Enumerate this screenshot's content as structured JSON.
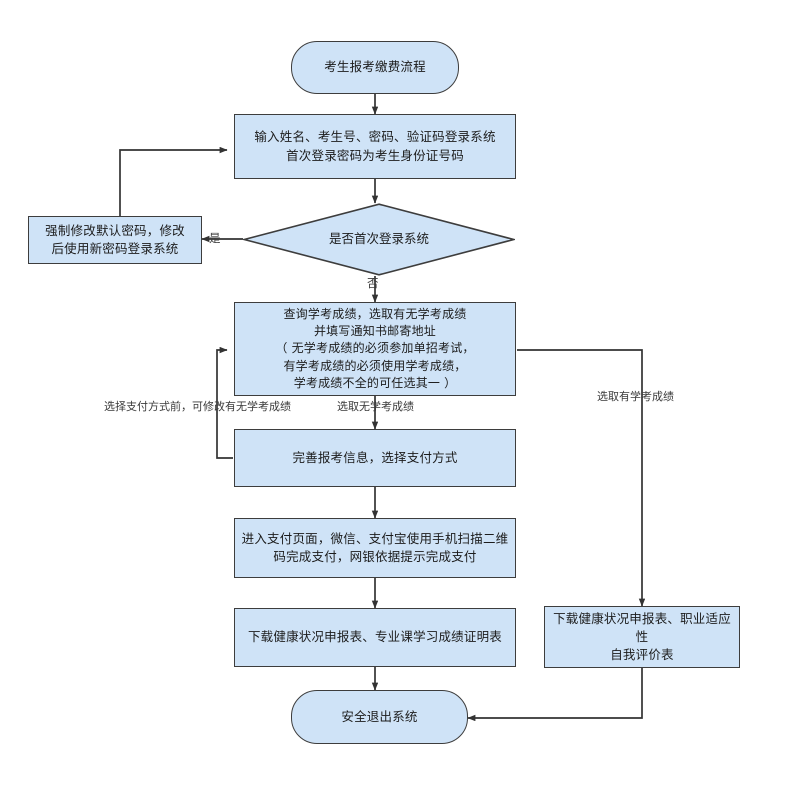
{
  "diagram": {
    "title": "考生报考缴费流程",
    "colors": {
      "node_fill": "#cfe3f7",
      "node_stroke": "#3d3d3d",
      "edge_stroke": "#333333",
      "text": "#1c1c1c",
      "label_text": "#3a3a3a",
      "background": "#ffffff"
    }
  },
  "nodes": {
    "start": {
      "label": "考生报考缴费流程",
      "shape": "terminator"
    },
    "login": {
      "label": "输入姓名、考生号、密码、验证码登录系统\n首次登录密码为考生身份证号码",
      "shape": "process"
    },
    "first_login_decision": {
      "label": "是否首次登录系统",
      "shape": "decision"
    },
    "change_password": {
      "label": "强制修改默认密码，修改\n后使用新密码登录系统",
      "shape": "process"
    },
    "query_scores": {
      "label": "查询学考成绩，选取有无学考成绩\n并填写通知书邮寄地址\n（ 无学考成绩的必须参加单招考试，\n有学考成绩的必须使用学考成绩，\n学考成绩不全的可任选其一 ）",
      "shape": "process"
    },
    "complete_info": {
      "label": "完善报考信息，选择支付方式",
      "shape": "process"
    },
    "payment_page": {
      "label": "进入支付页面，微信、支付宝使用手机扫描二维\n码完成支付，网银依据提示完成支付",
      "shape": "process"
    },
    "download_left": {
      "label": "下载健康状况申报表、专业课学习成绩证明表",
      "shape": "process"
    },
    "download_right": {
      "label": "下载健康状况申报表、职业适应性\n自我评价表",
      "shape": "process"
    },
    "exit": {
      "label": "安全退出系统",
      "shape": "terminator"
    }
  },
  "edge_labels": {
    "yes": "是",
    "no": "否",
    "modify_before_pay": "选择支付方式前，可修改有无学考成绩",
    "no_scores": "选取无学考成绩",
    "has_scores": "选取有学考成绩"
  }
}
